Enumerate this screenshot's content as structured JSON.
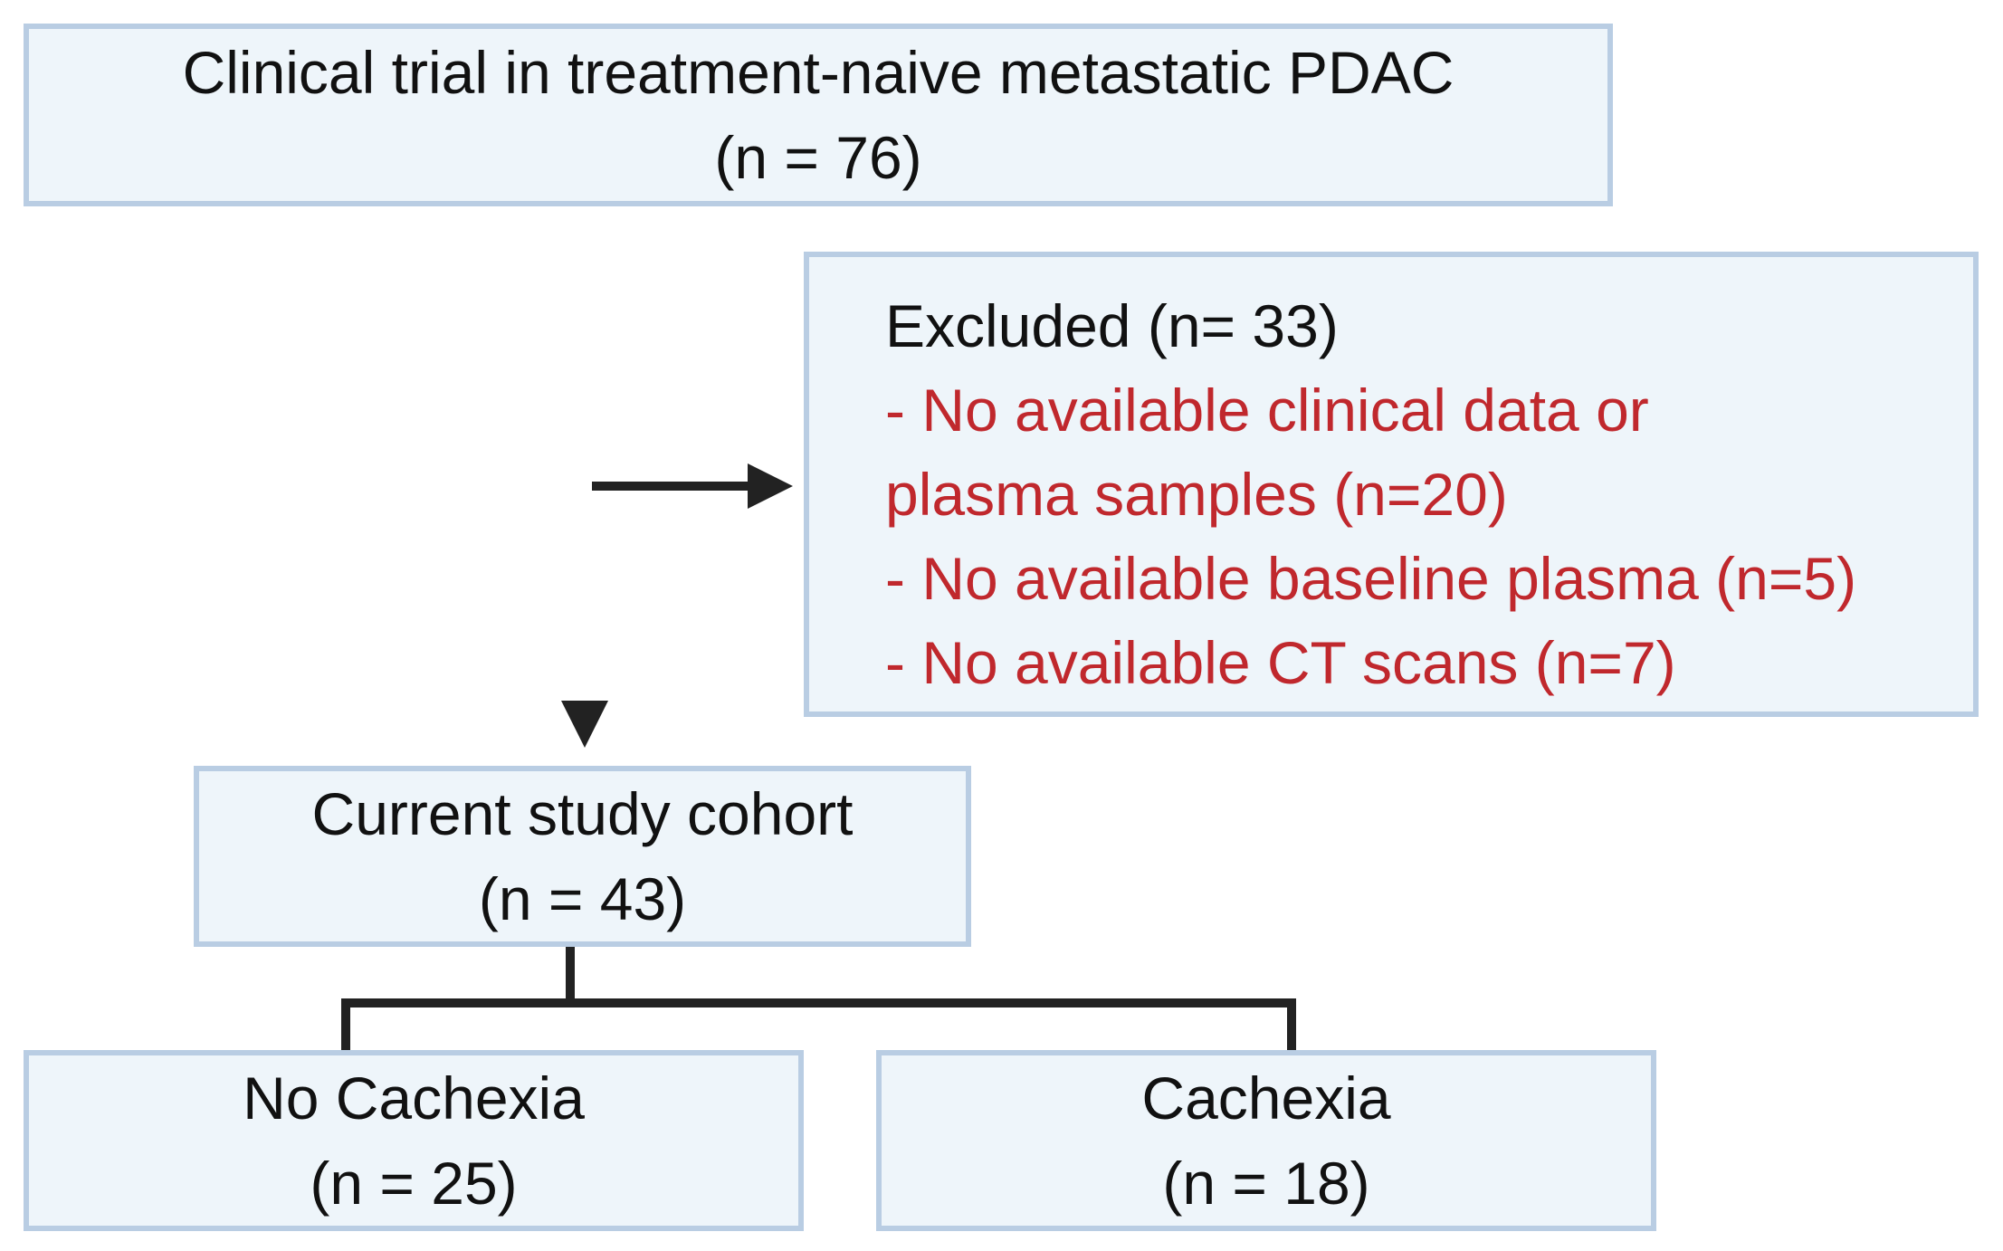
{
  "trial": {
    "title": "Clinical trial in treatment-naive metastatic PDAC",
    "n": "(n = 76)"
  },
  "excluded": {
    "title": "Excluded (n= 33)",
    "lines": [
      "- No available clinical data or",
      "plasma samples (n=20)",
      "- No available baseline plasma (n=5)",
      "- No available CT scans (n=7)"
    ]
  },
  "cohort": {
    "title": "Current study cohort",
    "n": "(n = 43)"
  },
  "no_cachexia": {
    "title": "No Cachexia",
    "n": "(n = 25)"
  },
  "cachexia": {
    "title": "Cachexia",
    "n": "(n = 18)"
  },
  "colors": {
    "box_fill": "#eef5fa",
    "box_border": "#b9cde3",
    "text": "#111111",
    "exclusion_text": "#c0282d",
    "connector": "#222222"
  }
}
